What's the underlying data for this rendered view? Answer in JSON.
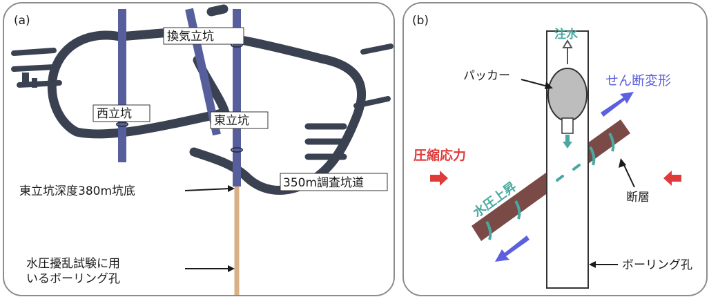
{
  "panel_a": {
    "tag": "(a)",
    "labels": {
      "ventilation_shaft": "換気立坑",
      "west_shaft": "西立坑",
      "east_shaft": "東立坑",
      "gallery_350m": "350m調査坑道",
      "shaft_bottom": "東立坑深度380m坑底",
      "borehole_line1": "水圧擾乱試験に用",
      "borehole_line2": "いるボーリング孔"
    },
    "colors": {
      "tunnel": "#3a4150",
      "shaft": "#565f9c",
      "borehole": "#d7b088"
    }
  },
  "panel_b": {
    "tag": "(b)",
    "labels": {
      "injection": "注水",
      "packer": "パッカー",
      "shear": "せん断変形",
      "compression": "圧縮応力",
      "pressure_rise": "水圧上昇",
      "fault": "断層",
      "borehole": "ボーリング孔"
    },
    "colors": {
      "shear": "#5b5fe0",
      "compression": "#e03a3a",
      "water": "#49a9a0",
      "fault": "#7a4a46",
      "packer": "#bdbdbd"
    }
  }
}
